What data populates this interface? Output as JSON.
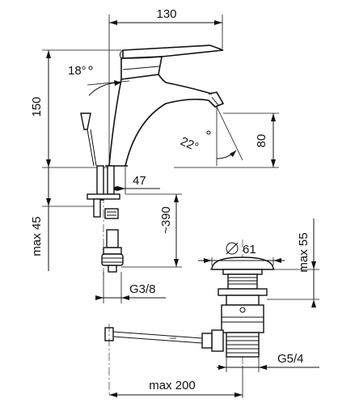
{
  "dimensions": {
    "width_top": "130",
    "angle_lever": "18°",
    "height_total": "150",
    "angle_spout": "22°",
    "height_spout": "80",
    "offset_inlet": "47",
    "length_hose": "~390",
    "max_inlet": "max 45",
    "thread_inlet": "G3/8",
    "diameter_plug": "61",
    "max_waste_height": "max 55",
    "thread_waste": "G5/4",
    "max_rod_length": "max 200"
  },
  "colors": {
    "line": "#111111",
    "background": "#ffffff"
  }
}
